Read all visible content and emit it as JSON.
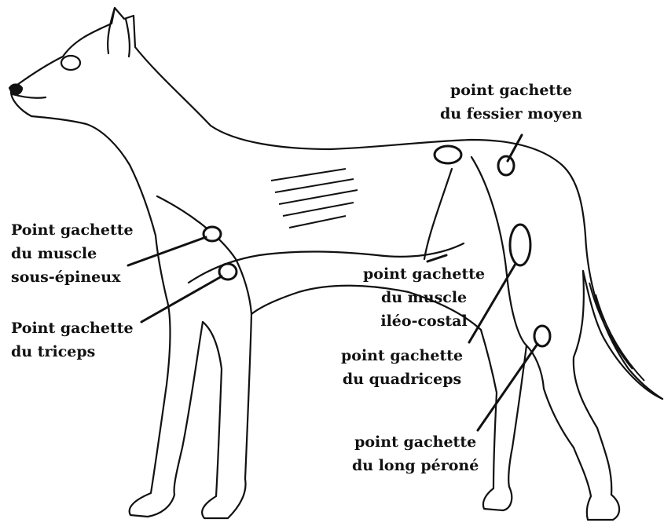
{
  "colors": {
    "ink": "#111111",
    "paper": "#ffffff"
  },
  "labels": {
    "infraspinatus": {
      "line1": "Point gachette",
      "line2": "du muscle",
      "line3": "sous-épineux"
    },
    "triceps": {
      "line1": "Point gachette",
      "line2": "du triceps"
    },
    "gluteus": {
      "line1": "point gachette",
      "line2": "du fessier moyen"
    },
    "iliocostalis": {
      "line1": "point gachette",
      "line2": "du muscle",
      "line3": "iléo-costal"
    },
    "quadriceps": {
      "line1": "point gachette",
      "line2": "du quadriceps"
    },
    "peroneus": {
      "line1": "point gachette",
      "line2": "du long péroné"
    }
  }
}
